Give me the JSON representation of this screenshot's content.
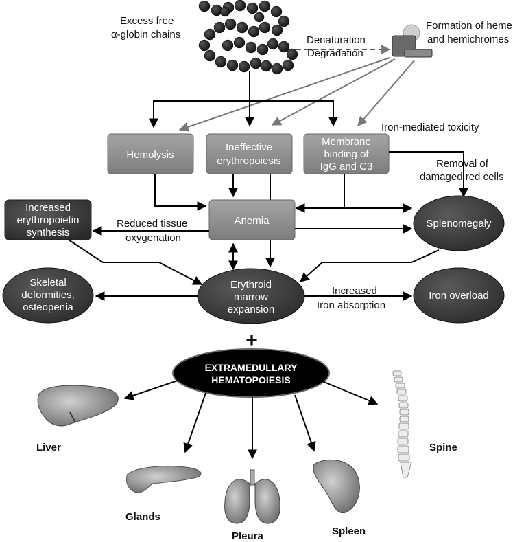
{
  "top": {
    "alpha_chains_line1": "Excess free",
    "alpha_chains_line2": "α-globin chains",
    "denaturation": "Denaturation",
    "degradation": "Degradation",
    "heme_line1": "Formation of heme",
    "heme_line2": "and hemichromes",
    "iron_toxicity": "Iron-mediated toxicity"
  },
  "boxes": {
    "hemolysis": "Hemolysis",
    "ineffective_line1": "Ineffective",
    "ineffective_line2": "erythropoiesis",
    "membrane_line1": "Membrane",
    "membrane_line2": "binding of",
    "membrane_line3": "IgG and C3",
    "anemia": "Anemia",
    "epo_line1": "Increased",
    "epo_line2": "erythropoietin",
    "epo_line3": "synthesis"
  },
  "labels": {
    "removal_line1": "Removal of",
    "removal_line2": "damaged red cells",
    "reduced_line1": "Reduced tissue",
    "reduced_line2": "oxygenation",
    "increased_line1": "Increased",
    "increased_line2": "Iron absorption",
    "plus": "+"
  },
  "ellipses": {
    "splenomegaly": "Splenomegaly",
    "skeletal_line1": "Skeletal",
    "skeletal_line2": "deformities,",
    "skeletal_line3": "osteopenia",
    "erythroid_line1": "Erythroid",
    "erythroid_line2": "marrow",
    "erythroid_line3": "expansion",
    "iron_overload": "Iron overload",
    "emh_line1": "EXTRAMEDULLARY",
    "emh_line2": "HEMATOPOIESIS"
  },
  "organs": {
    "liver": "Liver",
    "glands": "Glands",
    "pleura": "Pleura",
    "spleen": "Spleen",
    "spine": "Spine"
  },
  "colors": {
    "box_fill": "#8f8f8f",
    "dark_fill": "#3c3c3c",
    "black": "#000000"
  }
}
